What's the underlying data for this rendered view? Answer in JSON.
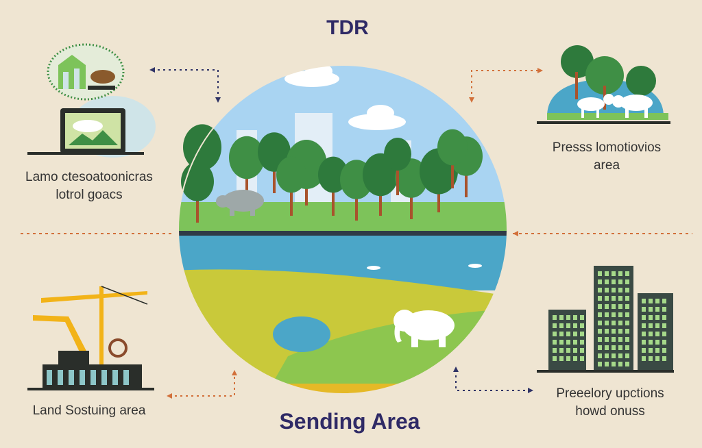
{
  "title": "TDR",
  "bottom_title": "Sending Area",
  "labels": {
    "top_left": "Lamo ctesoatoonicras\nlotrol goacs",
    "top_right": "Presss lomotiovios\narea",
    "bottom_left": "Land Sostuing area",
    "bottom_right": "Preeelory upctions\nhowd onuss"
  },
  "colors": {
    "background": "#efe5d2",
    "title": "#2f2a66",
    "sky": "#a9d4f2",
    "water": "#4ba6c8",
    "grass": "#7dc35a",
    "field": "#c9c93a",
    "tree_dark": "#2e7a3c",
    "tree_mid": "#3f8f45",
    "trunk": "#a8532c",
    "arrow_orange": "#d2703a",
    "arrow_navy": "#2f3366",
    "building": "#3a4a44",
    "window": "#a6d98a",
    "crane": "#f2b318"
  },
  "icons": {
    "top_left": "land-conservation-tablet-icon",
    "top_right": "preserved-forest-animals-icon",
    "bottom_left": "construction-crane-icon",
    "bottom_right": "city-buildings-icon"
  }
}
